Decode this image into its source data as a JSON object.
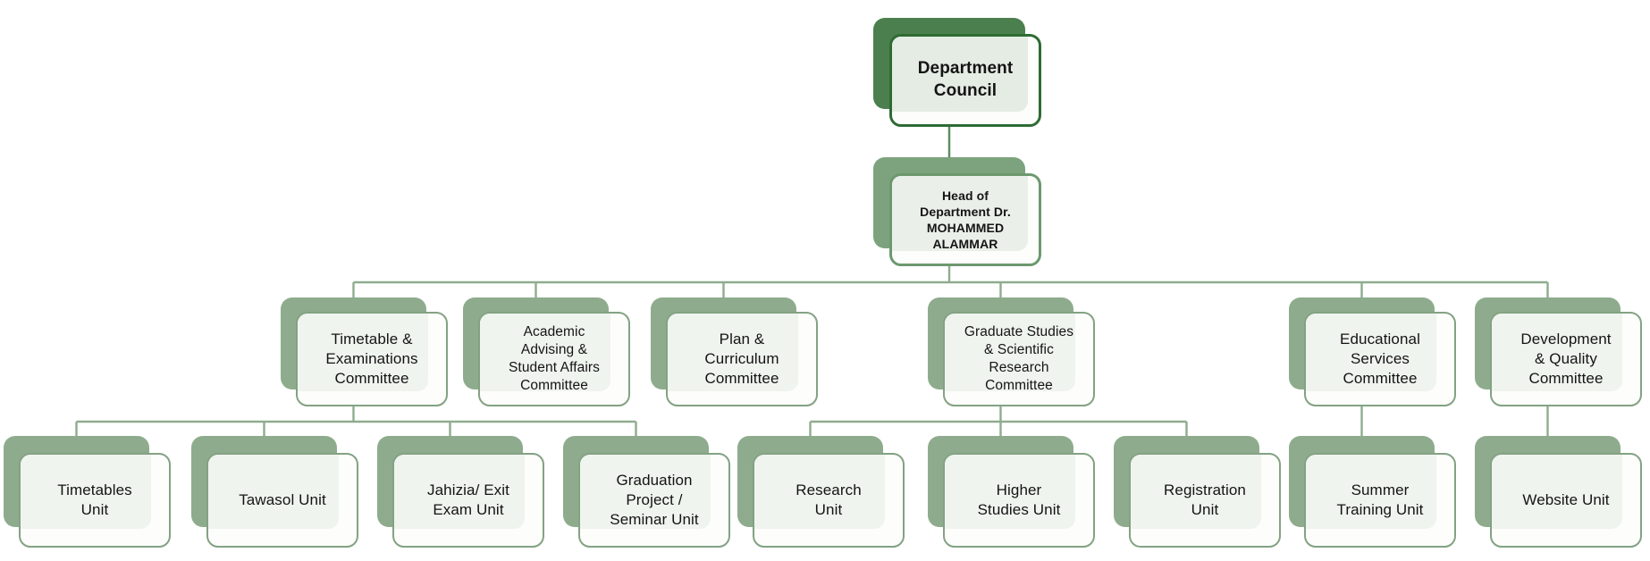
{
  "palette": {
    "background": "#ffffff",
    "level1_fill": "#4C7F4E",
    "level1_border": "#2E6B34",
    "level2_fill": "#7CA37D",
    "level2_border": "#6D986F",
    "level3_fill": "#8EAC8D",
    "level3_border": "#83A283",
    "connector": "#8FAC8F",
    "connector_top": "#5E8D62",
    "card_fill": "#FDFDFC",
    "card_tint": "#EFF4EE",
    "text": "#141414"
  },
  "nodes": {
    "council": {
      "label": "Department\nCouncil"
    },
    "head": {
      "label": "Head of\nDepartment Dr.\nMOHAMMED\nALAMMAR"
    },
    "committees": [
      {
        "label": "Timetable &\nExaminations\nCommittee"
      },
      {
        "label": "Academic\nAdvising &\nStudent Affairs\nCommittee"
      },
      {
        "label": "Plan &\nCurriculum\nCommittee"
      },
      {
        "label": "Graduate Studies\n& Scientific\nResearch\nCommittee"
      },
      {
        "label": "Educational\nServices\nCommittee"
      },
      {
        "label": "Development\n& Quality\nCommittee"
      }
    ],
    "units": [
      {
        "label": "Timetables\nUnit"
      },
      {
        "label": "Tawasol Unit"
      },
      {
        "label": "Jahizia/ Exit\nExam Unit"
      },
      {
        "label": "Graduation\nProject /\nSeminar Unit"
      },
      {
        "label": "Research\nUnit"
      },
      {
        "label": "Higher\nStudies Unit"
      },
      {
        "label": "Registration\nUnit"
      },
      {
        "label": "Summer\nTraining Unit"
      },
      {
        "label": "Website Unit"
      }
    ]
  },
  "edges": [
    {
      "from": "Department Council",
      "to": "Head of Department Dr. MOHAMMED ALAMMAR"
    },
    {
      "from": "Head of Department Dr. MOHAMMED ALAMMAR",
      "to": "Timetable & Examinations Committee"
    },
    {
      "from": "Head of Department Dr. MOHAMMED ALAMMAR",
      "to": "Academic Advising & Student Affairs Committee"
    },
    {
      "from": "Head of Department Dr. MOHAMMED ALAMMAR",
      "to": "Plan & Curriculum Committee"
    },
    {
      "from": "Head of Department Dr. MOHAMMED ALAMMAR",
      "to": "Graduate Studies & Scientific Research Committee"
    },
    {
      "from": "Head of Department Dr. MOHAMMED ALAMMAR",
      "to": "Educational Services Committee"
    },
    {
      "from": "Head of Department Dr. MOHAMMED ALAMMAR",
      "to": "Development & Quality Committee"
    },
    {
      "from": "Timetable & Examinations Committee",
      "to": "Timetables Unit"
    },
    {
      "from": "Timetable & Examinations Committee",
      "to": "Tawasol Unit"
    },
    {
      "from": "Timetable & Examinations Committee",
      "to": "Jahizia/ Exit Exam Unit"
    },
    {
      "from": "Timetable & Examinations Committee",
      "to": "Graduation Project / Seminar Unit"
    },
    {
      "from": "Graduate Studies & Scientific Research Committee",
      "to": "Research Unit"
    },
    {
      "from": "Graduate Studies & Scientific Research Committee",
      "to": "Higher Studies Unit"
    },
    {
      "from": "Graduate Studies & Scientific Research Committee",
      "to": "Registration Unit"
    },
    {
      "from": "Educational Services Committee",
      "to": "Summer Training Unit"
    },
    {
      "from": "Development & Quality Committee",
      "to": "Website Unit"
    }
  ]
}
